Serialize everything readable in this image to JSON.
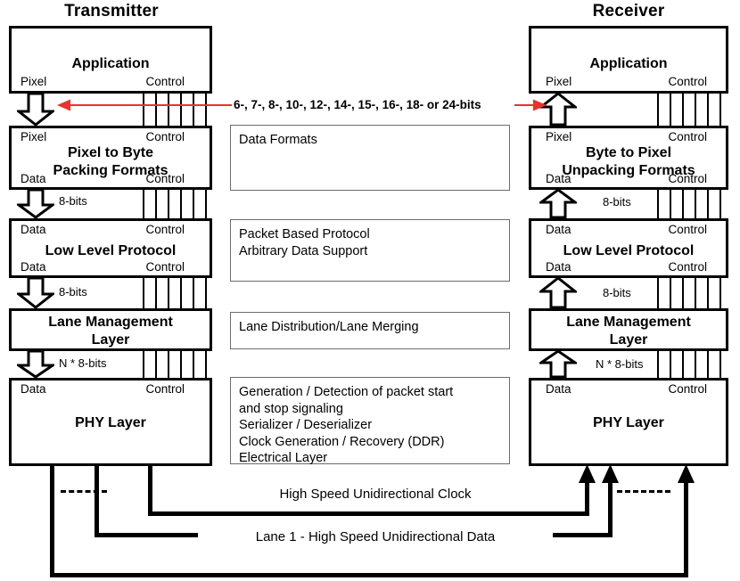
{
  "diagram": {
    "title_transmitter": "Transmitter",
    "title_receiver": "Receiver"
  },
  "transmitter": {
    "layers": [
      {
        "name": "Application",
        "title": "Application",
        "bottom_left_port": "Pixel",
        "bottom_right_port": "Control"
      },
      {
        "name": "Pixel to Byte Packing Formats",
        "title": "Pixel to Byte\nPacking Formats",
        "top_left_port": "Pixel",
        "top_right_port": "Control",
        "bottom_left_port": "Data",
        "bottom_right_port": "Control"
      },
      {
        "name": "Low Level Protocol",
        "title": "Low Level Protocol",
        "top_left_port": "Data",
        "top_right_port": "Control",
        "bottom_left_port": "Data",
        "bottom_right_port": "Control"
      },
      {
        "name": "Lane Management Layer",
        "title": "Lane Management\nLayer"
      },
      {
        "name": "PHY Layer",
        "title": "PHY Layer",
        "top_left_port": "Data",
        "top_right_port": "Control"
      }
    ],
    "bus_widths": [
      "8-bits",
      "8-bits",
      "N * 8-bits"
    ]
  },
  "receiver": {
    "layers": [
      {
        "name": "Application",
        "title": "Application",
        "bottom_left_port": "Pixel",
        "bottom_right_port": "Control"
      },
      {
        "name": "Byte to Pixel Unpacking Formats",
        "title": "Byte to Pixel\nUnpacking Formats",
        "top_left_port": "Pixel",
        "top_right_port": "Control",
        "bottom_left_port": "Data",
        "bottom_right_port": "Control"
      },
      {
        "name": "Low Level Protocol",
        "title": "Low Level Protocol",
        "top_left_port": "Data",
        "top_right_port": "Control",
        "bottom_left_port": "Data",
        "bottom_right_port": "Control"
      },
      {
        "name": "Lane Management Layer",
        "title": "Lane Management\nLayer"
      },
      {
        "name": "PHY Layer",
        "title": "PHY Layer",
        "top_left_port": "Data",
        "top_right_port": "Control"
      }
    ],
    "bus_widths": [
      "8-bits",
      "8-bits",
      "N * 8-bits"
    ]
  },
  "descriptions": [
    {
      "name": "data-formats",
      "text": "Data Formats"
    },
    {
      "name": "low-level-protocol",
      "text": "Packet Based Protocol\nArbitrary Data Support"
    },
    {
      "name": "lane-management",
      "text": "Lane Distribution/Lane Merging"
    },
    {
      "name": "phy-layer",
      "text": "Generation / Detection of packet start\nand stop signaling\nSerializer / Deserializer\nClock Generation / Recovery (DDR)\nElectrical Layer"
    }
  ],
  "pixel_bus": {
    "label": "6-, 7-, 8-, 10-, 12-, 14-, 15-, 16-, 18- or 24-bits",
    "color": "#e8322a"
  },
  "links": {
    "clock": "High Speed Unidirectional Clock",
    "data": "Lane 1 - High Speed Unidirectional Data"
  }
}
